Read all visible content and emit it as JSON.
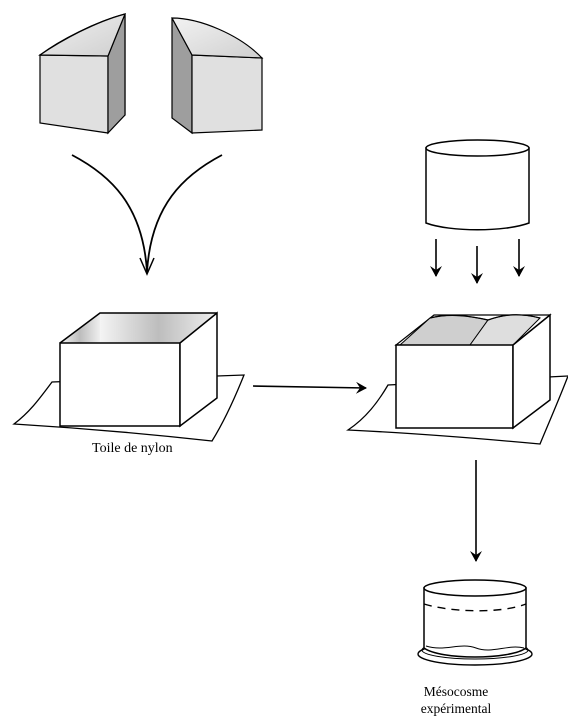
{
  "labels": {
    "nylon": "Toile de nylon",
    "meso_line1": "Mésocosme",
    "meso_line2": "expérimental"
  }
}
